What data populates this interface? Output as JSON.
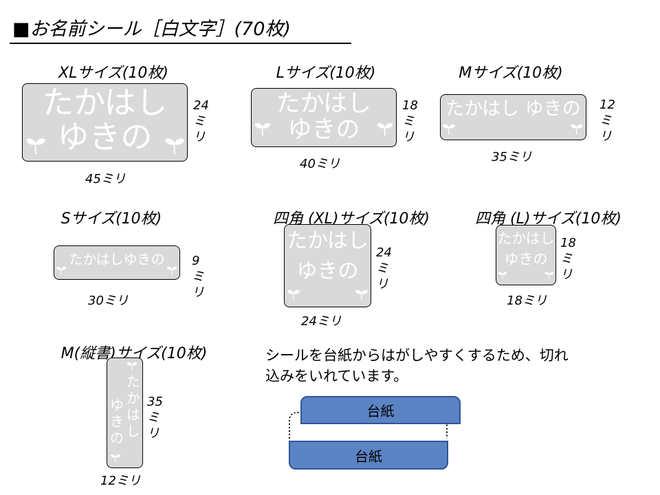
{
  "page": {
    "title": "■お名前シール［白文字］(70枚)"
  },
  "sticker_text": {
    "line1": "たかはし",
    "line2": "ゆきの",
    "single_line": "たかはし ゆきの",
    "single_line_compact": "たかはしゆきの",
    "vertical_col1": "たかはし",
    "vertical_col2": "ゆきの"
  },
  "stickers": {
    "xl": {
      "label": "XLサイズ(10枚)",
      "width": "45ミリ",
      "height": "24\nミ\nリ"
    },
    "l": {
      "label": "Lサイズ(10枚)",
      "width": "40ミリ",
      "height": "18\nミ\nリ"
    },
    "m": {
      "label": "Mサイズ(10枚)",
      "width": "35ミリ",
      "height": "12\nミ\nリ"
    },
    "s": {
      "label": "Sサイズ(10枚)",
      "width": "30ミリ",
      "height": "9\nミ\nリ"
    },
    "square_xl": {
      "label": "四角 (XL)サイズ(10枚)",
      "width": "24ミリ",
      "height": "24\nミ\nリ"
    },
    "square_l": {
      "label": "四角 (L)サイズ(10枚)",
      "width": "18ミリ",
      "height": "18\nミ\nリ"
    },
    "m_vertical": {
      "label": "M(縦書)サイズ(10枚)",
      "width": "12ミリ",
      "height": "35\nミ\nリ"
    }
  },
  "note": {
    "line1": "シールを台紙からはがしやすくするため、切れ",
    "line2": "込みをいれています。"
  },
  "diagram": {
    "top_label": "台紙",
    "bottom_label": "台紙",
    "fill_color": "#5b84c4",
    "border_color": "#2e5597"
  }
}
